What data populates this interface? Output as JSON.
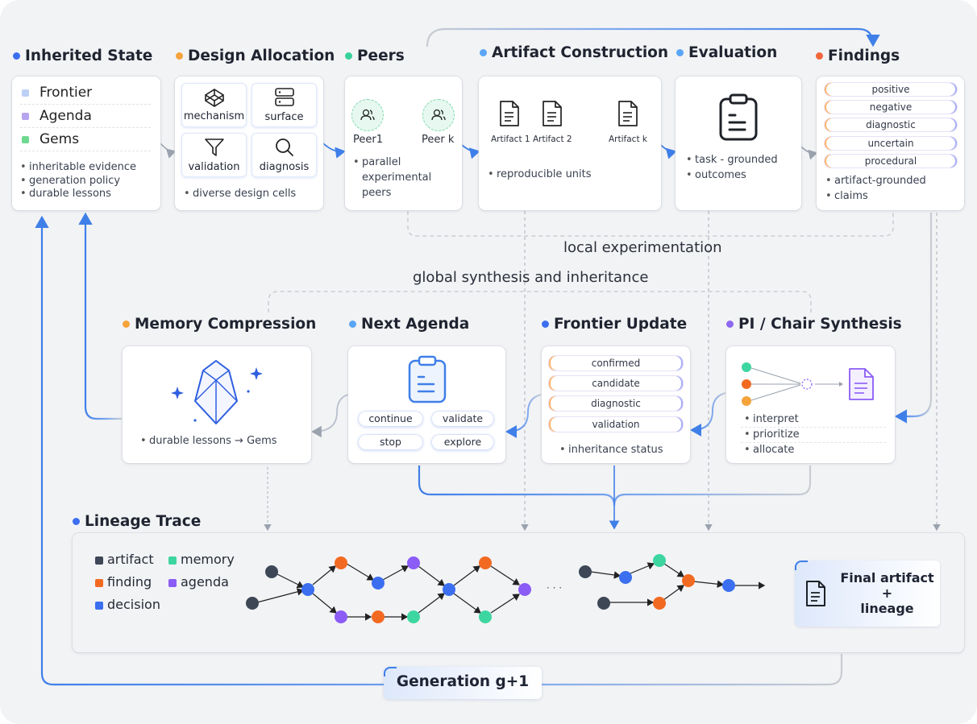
{
  "stages": {
    "inherited_state": {
      "title": "Inherited State",
      "items": [
        "Frontier",
        "Agenda",
        "Gems"
      ],
      "bullets": [
        "inheritable evidence",
        "generation policy",
        "durable lessons"
      ]
    },
    "design_allocation": {
      "title": "Design Allocation",
      "cells": [
        "mechanism",
        "surface",
        "validation",
        "diagnosis"
      ],
      "bullet": "diverse design cells"
    },
    "peers": {
      "title": "Peers",
      "peer1": "Peer1",
      "peerk": "Peer k",
      "bullet": "parallel experimental peers"
    },
    "artifact_construction": {
      "title": "Artifact Construction",
      "artifacts": [
        "Artifact 1",
        "Artifact 2",
        "Artifact k"
      ],
      "bullet": "reproducible units"
    },
    "evaluation": {
      "title": "Evaluation",
      "bullet_line1": "task - grounded",
      "bullet_line2": "outcomes"
    },
    "findings": {
      "title": "Findings",
      "pills": [
        "positive",
        "negative",
        "diagnostic",
        "uncertain",
        "procedural"
      ],
      "bullet_line1": "artifact-grounded",
      "bullet_line2": "claims"
    },
    "memory_compression": {
      "title": "Memory Compression",
      "bullet": "durable lessons → Gems"
    },
    "next_agenda": {
      "title": "Next Agenda",
      "buttons": [
        "continue",
        "validate",
        "stop",
        "explore"
      ]
    },
    "frontier_update": {
      "title": "Frontier Update",
      "pills": [
        "confirmed",
        "candidate",
        "diagnostic",
        "validation"
      ],
      "bullet": "inheritance status"
    },
    "pi_synthesis": {
      "title": "PI / Chair Synthesis",
      "bullets": [
        "interpret",
        "prioritize",
        "allocate"
      ]
    }
  },
  "labels": {
    "local": "local experimentation",
    "global": "global synthesis and inheritance",
    "generation": "Generation g+1"
  },
  "lineage": {
    "title": "Lineage Trace",
    "legend": [
      "artifact",
      "memory",
      "finding",
      "agenda",
      "decision"
    ],
    "ellipsis": "· · ·",
    "final_line1": "Final artifact",
    "final_line2": "+",
    "final_line3": "lineage"
  },
  "colors": {
    "artifact": "#3d4756",
    "memory": "#3dd6a0",
    "finding": "#f26a21",
    "agenda": "#8b5cf6",
    "decision": "#3b6ff0",
    "accent": "#3f7fe8",
    "orange_dot": "#f5a33b",
    "teal_dot": "#37d29a",
    "red_dot": "#f2653a",
    "light_blue_dot": "#5aa5f5",
    "purple_dot": "#8d68f0"
  }
}
